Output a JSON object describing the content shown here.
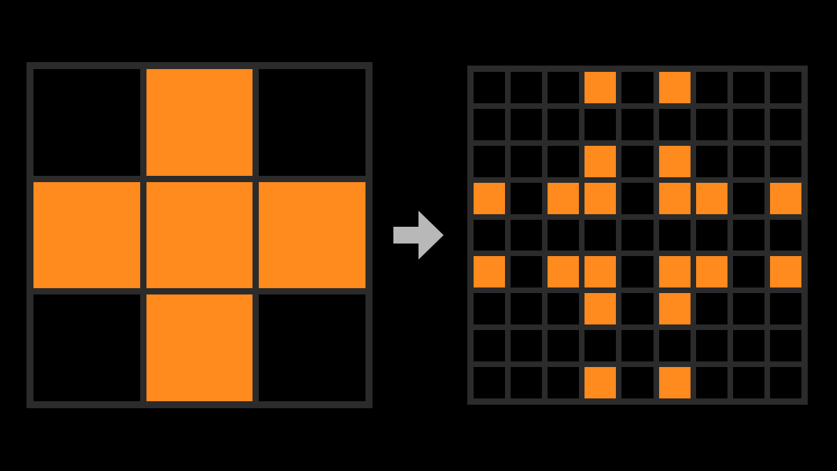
{
  "colors": {
    "background": "#000000",
    "grid_line": "#2b2b2b",
    "empty": "#000000",
    "filled": "#ff8a1e",
    "arrow": "#b8b8b8"
  },
  "icons": {
    "transform_arrow": "right-arrow-icon"
  },
  "input_grid": {
    "rows": 3,
    "cols": 3,
    "cells": [
      [
        0,
        1,
        0
      ],
      [
        1,
        1,
        1
      ],
      [
        0,
        1,
        0
      ]
    ]
  },
  "output_grid": {
    "rows": 9,
    "cols": 9,
    "cells": [
      [
        0,
        0,
        0,
        1,
        0,
        1,
        0,
        0,
        0
      ],
      [
        0,
        0,
        0,
        0,
        0,
        0,
        0,
        0,
        0
      ],
      [
        0,
        0,
        0,
        1,
        0,
        1,
        0,
        0,
        0
      ],
      [
        1,
        0,
        1,
        1,
        0,
        1,
        1,
        0,
        1
      ],
      [
        0,
        0,
        0,
        0,
        0,
        0,
        0,
        0,
        0
      ],
      [
        1,
        0,
        1,
        1,
        0,
        1,
        1,
        0,
        1
      ],
      [
        0,
        0,
        0,
        1,
        0,
        1,
        0,
        0,
        0
      ],
      [
        0,
        0,
        0,
        0,
        0,
        0,
        0,
        0,
        0
      ],
      [
        0,
        0,
        0,
        1,
        0,
        1,
        0,
        0,
        0
      ]
    ]
  }
}
